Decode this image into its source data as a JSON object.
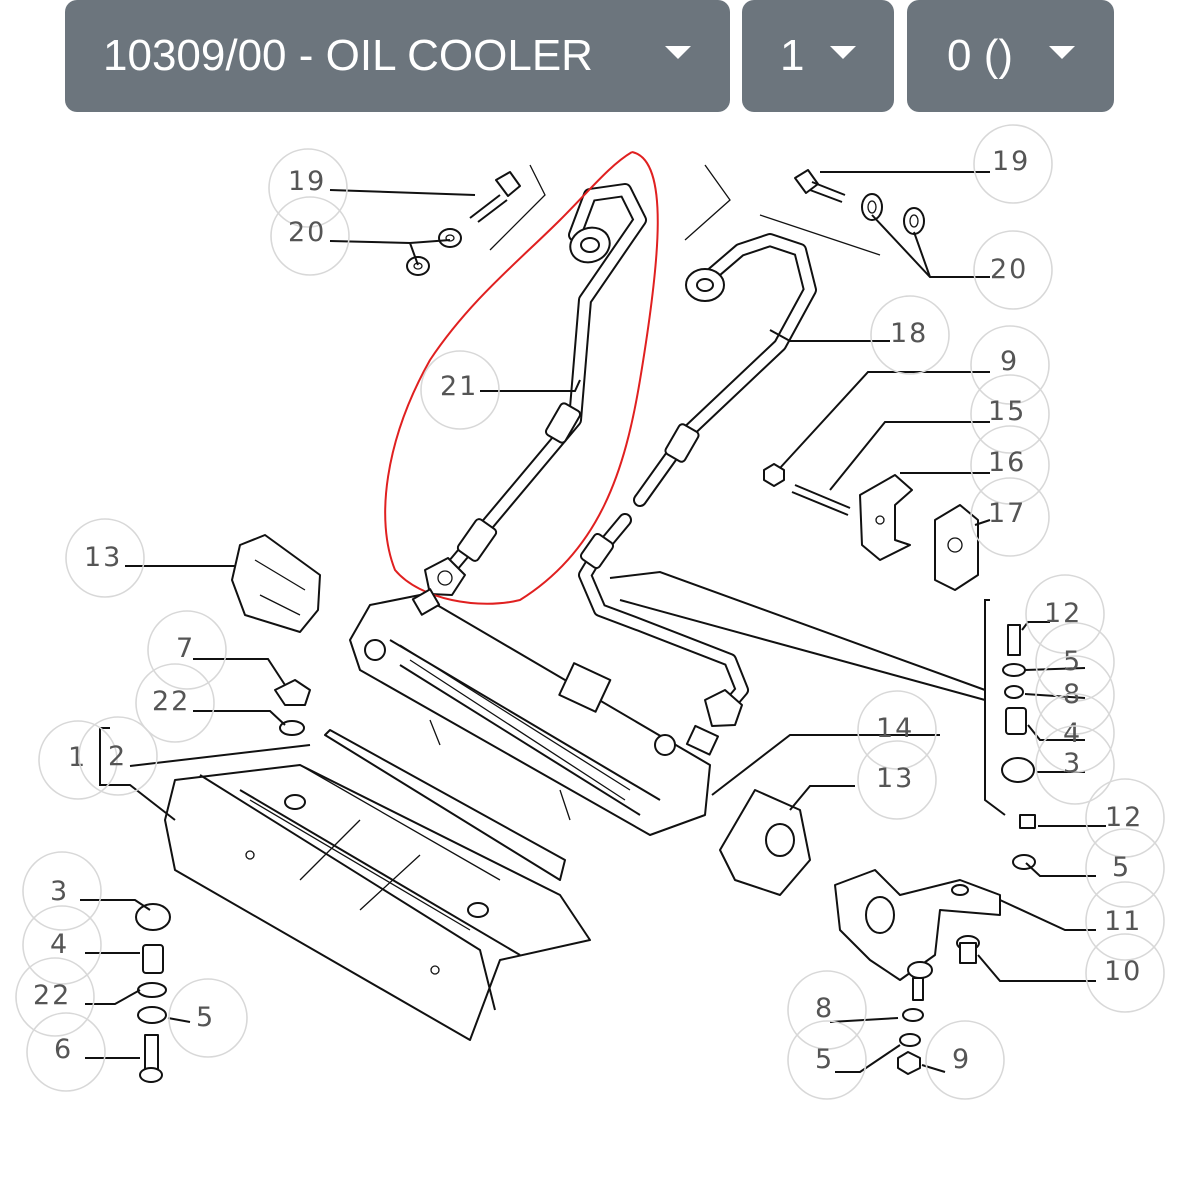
{
  "header": {
    "part_group": "10309/00 - OIL COOLER",
    "variant": "1",
    "option": "0 ()"
  },
  "icons": {
    "dropdown_caret": "caret-down-icon"
  },
  "colors": {
    "dropdown_bg": "#6c757d",
    "dropdown_text": "#ffffff",
    "highlight_outline": "#e02020",
    "callout_circle": "#d8d8d8"
  },
  "diagram": {
    "callouts": [
      {
        "id": "c19a",
        "label": "19"
      },
      {
        "id": "c20a",
        "label": "20"
      },
      {
        "id": "c21",
        "label": "21"
      },
      {
        "id": "c19b",
        "label": "19"
      },
      {
        "id": "c20b",
        "label": "20"
      },
      {
        "id": "c18",
        "label": "18"
      },
      {
        "id": "c9a",
        "label": "9"
      },
      {
        "id": "c15",
        "label": "15"
      },
      {
        "id": "c16",
        "label": "16"
      },
      {
        "id": "c17",
        "label": "17"
      },
      {
        "id": "c13a",
        "label": "13"
      },
      {
        "id": "c7",
        "label": "7"
      },
      {
        "id": "c22a",
        "label": "22"
      },
      {
        "id": "c1",
        "label": "1"
      },
      {
        "id": "c2",
        "label": "2"
      },
      {
        "id": "c12a",
        "label": "12"
      },
      {
        "id": "c5a",
        "label": "5"
      },
      {
        "id": "c8a",
        "label": "8"
      },
      {
        "id": "c4a",
        "label": "4"
      },
      {
        "id": "c3a",
        "label": "3"
      },
      {
        "id": "c14",
        "label": "14"
      },
      {
        "id": "c13b",
        "label": "13"
      },
      {
        "id": "c12b",
        "label": "12"
      },
      {
        "id": "c5b",
        "label": "5"
      },
      {
        "id": "c11",
        "label": "11"
      },
      {
        "id": "c10",
        "label": "10"
      },
      {
        "id": "c3b",
        "label": "3"
      },
      {
        "id": "c4b",
        "label": "4"
      },
      {
        "id": "c22b",
        "label": "22"
      },
      {
        "id": "c5c",
        "label": "5"
      },
      {
        "id": "c6",
        "label": "6"
      },
      {
        "id": "c8b",
        "label": "8"
      },
      {
        "id": "c5d",
        "label": "5"
      },
      {
        "id": "c9b",
        "label": "9"
      }
    ]
  }
}
